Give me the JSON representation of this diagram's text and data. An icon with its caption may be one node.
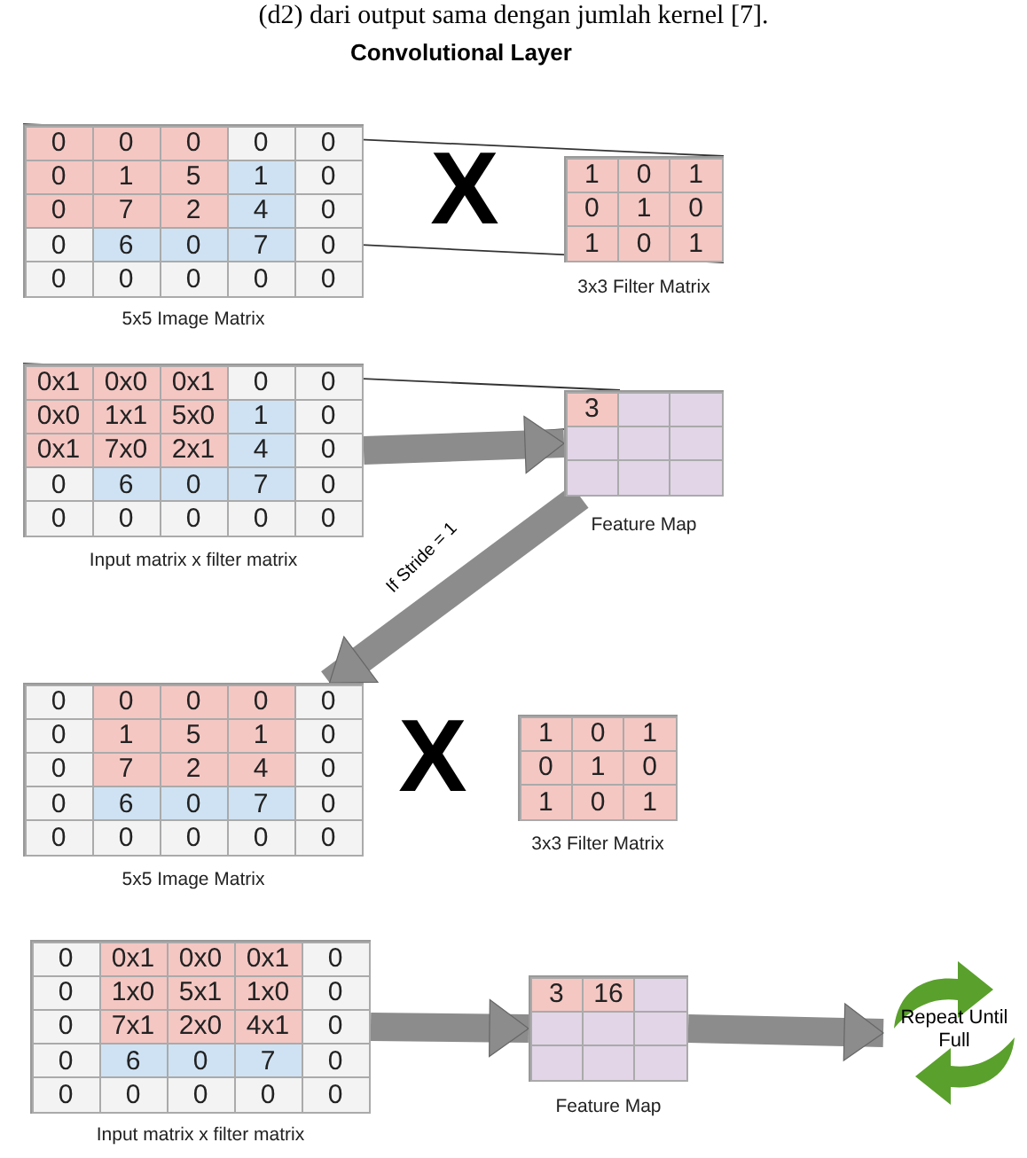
{
  "diagram": {
    "title": "Convolutional Layer",
    "nodes": [
      {
        "text": [
          "0",
          "0",
          "0",
          "0",
          "0",
          "0",
          "1",
          "5",
          "1",
          "0",
          "0",
          "7",
          "2",
          "4",
          "0",
          "0",
          "6",
          "0",
          "7",
          "0",
          "0",
          "0",
          "0",
          "0",
          "0"
        ],
        "beside": [
          "5x5 Image Matrix"
        ]
      },
      {
        "text": [
          "1",
          "0",
          "1",
          "0",
          "1",
          "0",
          "1",
          "0",
          "1"
        ],
        "beside": [
          "3x3 Filter Matrix"
        ]
      },
      {
        "text": [
          "0x1",
          "0x0",
          "0x1",
          "0",
          "0",
          "0x0",
          "1x1",
          "5x0",
          "1",
          "0",
          "0x1",
          "7x0",
          "2x1",
          "4",
          "0",
          "0",
          "6",
          "0",
          "7",
          "0",
          "0",
          "0",
          "0",
          "0",
          "0"
        ],
        "beside": [
          "Input matrix x filter matrix"
        ]
      },
      {
        "text": [
          "3"
        ],
        "beside": [
          "Feature Map"
        ]
      },
      {
        "text": [
          "0",
          "0",
          "0",
          "0",
          "0",
          "0",
          "1",
          "5",
          "1",
          "0",
          "0",
          "7",
          "2",
          "4",
          "0",
          "0",
          "6",
          "0",
          "7",
          "0",
          "0",
          "0",
          "0",
          "0",
          "0"
        ],
        "beside": [
          "5x5 Image Matrix"
        ]
      },
      {
        "text": [
          "1",
          "0",
          "1",
          "0",
          "1",
          "0",
          "1",
          "0",
          "1"
        ],
        "beside": [
          "3x3 Filter Matrix"
        ]
      },
      {
        "text": [
          "0",
          "0x1",
          "0x0",
          "0x1",
          "0",
          "0",
          "1x0",
          "5x1",
          "1x0",
          "0",
          "0",
          "7x1",
          "2x0",
          "4x1",
          "0",
          "0",
          "6",
          "0",
          "7",
          "0",
          "0",
          "0",
          "0",
          "0",
          "0"
        ],
        "beside": [
          "Input matrix x filter matrix"
        ]
      },
      {
        "text": [
          "3",
          "16"
        ],
        "beside": [
          "Feature Map"
        ]
      },
      {
        "text": [
          "Repeat Until Full"
        ]
      }
    ],
    "edges": [
      {
        "from": 0,
        "to": 1,
        "arrow": "none"
      },
      {
        "from": 0,
        "to": 1,
        "arrow": "none"
      },
      {
        "from": 2,
        "to": 3,
        "arrow": "none"
      },
      {
        "from": 2,
        "to": 3,
        "arrow": "none"
      },
      {
        "from": 2,
        "to": 3,
        "arrow": "to",
        "style": "thick",
        "color": "#8c8c8c"
      },
      {
        "from": 3,
        "to": 4,
        "arrow": "to",
        "label": "If Stride = 1",
        "style": "thick",
        "color": "#8c8c8c"
      },
      {
        "from": 6,
        "to": 7,
        "arrow": "to",
        "style": "thick",
        "color": "#8c8c8c"
      },
      {
        "from": 7,
        "to": 8,
        "arrow": "to",
        "style": "thick",
        "color": "#8c8c8c"
      }
    ],
    "labels": [
      "(d2) dari output sama dengan jumlah kernel [7].",
      "X",
      "X"
    ]
  }
}
